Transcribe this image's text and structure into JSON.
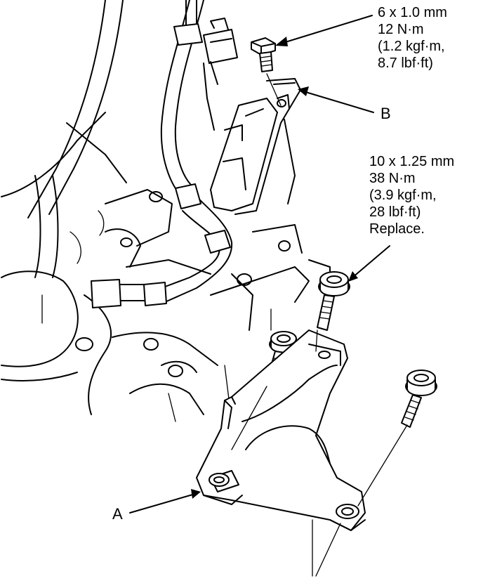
{
  "callouts": {
    "top_bolt": {
      "line1": "6 x 1.0 mm",
      "line2": "12 N·m",
      "line3": "(1.2 kgf·m,",
      "line4": "8.7 lbf·ft)"
    },
    "bracket_b": {
      "letter": "B"
    },
    "mid_bolt": {
      "line1": "10 x 1.25 mm",
      "line2": "38 N·m",
      "line3": "(3.9 kgf·m,",
      "line4": "28 lbf·ft)",
      "line5": "Replace."
    },
    "mount_a": {
      "letter": "A"
    }
  },
  "colors": {
    "ink": "#000000",
    "paper": "#ffffff"
  }
}
